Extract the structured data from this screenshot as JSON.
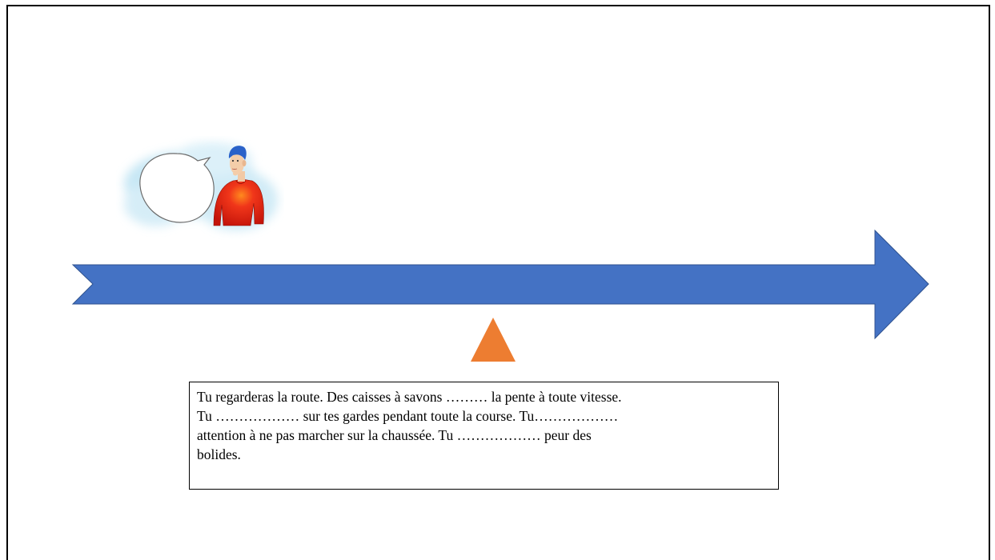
{
  "exercise": {
    "text": "Tu regarderas la route. Des caisses à savons ……… la pente à toute vitesse.\nTu ……………… sur tes gardes pendant toute la course. Tu………………\nattention à ne pas marcher sur la chaussée. Tu ……………… peur des\nbolides."
  },
  "illustration": {
    "icon": "speaking-boy-icon",
    "speech_bubble": ""
  },
  "timeline": {
    "arrow_icon": "notched-right-arrow",
    "arrow_color": "#4472C4",
    "marker_icon": "triangle-marker",
    "marker_color": "#ED7D31"
  },
  "colors": {
    "shirt": "#E02A0F",
    "hair": "#2A62C9",
    "cloud": "#BDE3F3"
  }
}
